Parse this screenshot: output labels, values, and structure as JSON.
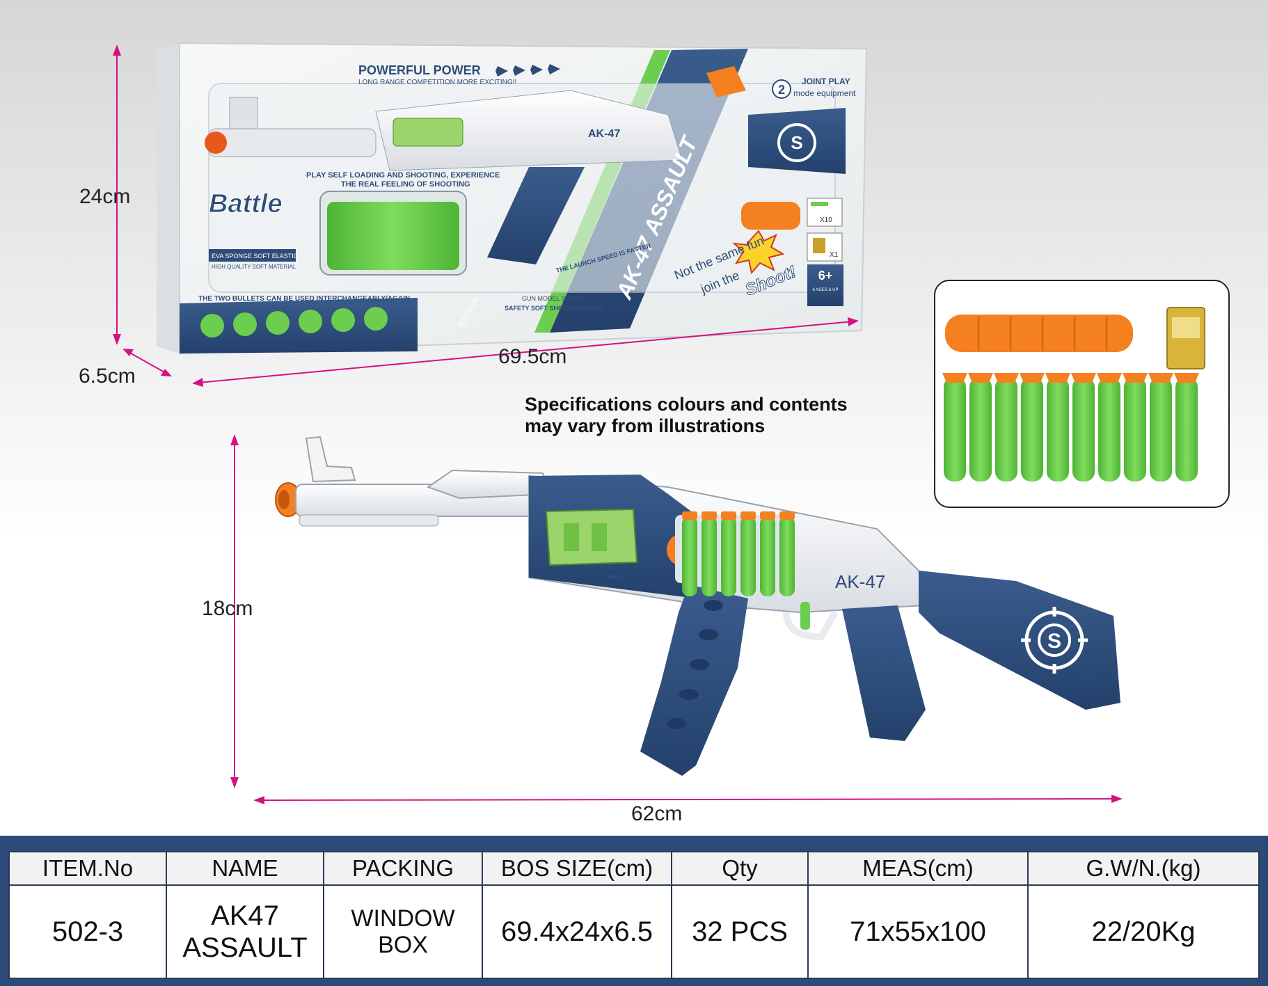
{
  "box_art": {
    "headline": "POWERFUL POWER",
    "subheadline": "LONG RANGE COMPETITION MORE EXCITING!!",
    "brand": "Battle",
    "model_marking": "AK-47",
    "product_title": "AK-47 ASSAULT",
    "mode_badge": "2",
    "mode_text_top": "JOINT PLAY",
    "mode_text_bottom": "mode equipment",
    "tagline_line1": "PLAY SELF LOADING AND SHOOTING, EXPERIENCE",
    "tagline_line2": "THE REAL FEELING OF SHOOTING",
    "eva_label": "EVA SPONGE SOFT ELASTIC",
    "eva_sub": "HIGH QUALITY SOFT MATERIAL",
    "bullets_note": "THE TWO BULLETS CAN BE USED INTERCHANGEABLY/AGAIN",
    "launch_badge": "THE LAUNCH SPEED IS FASTER",
    "extreme": "EXTREME",
    "series_line1": "GUN MODEL SERIES",
    "series_line2": "SAFETY SOFT SHOOTING GAME",
    "slogan_line1": "Not the same fun",
    "slogan_line2": "join the",
    "slogan_shout": "Shoot!",
    "count_darts": "X10",
    "count_pack": "X1",
    "age_badge": "6+",
    "age_sub": "6 AGES & UP"
  },
  "dimensions": {
    "box_height": "24cm",
    "box_depth": "6.5cm",
    "box_length": "69.5cm",
    "gun_height": "18cm",
    "gun_length": "62cm"
  },
  "gun": {
    "marking": "AK-47"
  },
  "note": {
    "line1": "Specifications colours and contents",
    "line2": "may vary from illustrations"
  },
  "table": {
    "headers": [
      "ITEM.No",
      "NAME",
      "PACKING",
      "BOS SIZE(cm)",
      "Qty",
      "MEAS(cm)",
      "G.W/N.(kg)"
    ],
    "row": {
      "item_no": "502-3",
      "name_line1": "AK47",
      "name_line2": "ASSAULT",
      "packing_line1": "WINDOW",
      "packing_line2": "BOX",
      "box_size": "69.4x24x6.5",
      "qty": "32 PCS",
      "meas": "71x55x100",
      "gw_nw": "22/20Kg"
    }
  },
  "colors": {
    "dimension_arrow": "#d4127f",
    "navy": "#2e4c78",
    "dart_green": "#6ccd4f",
    "dart_orange": "#f58020",
    "table_frame": "#2b4a78"
  },
  "icons": [
    "shield-emblem-icon",
    "arrow-chevrons-icon",
    "explosion-burst-icon"
  ]
}
